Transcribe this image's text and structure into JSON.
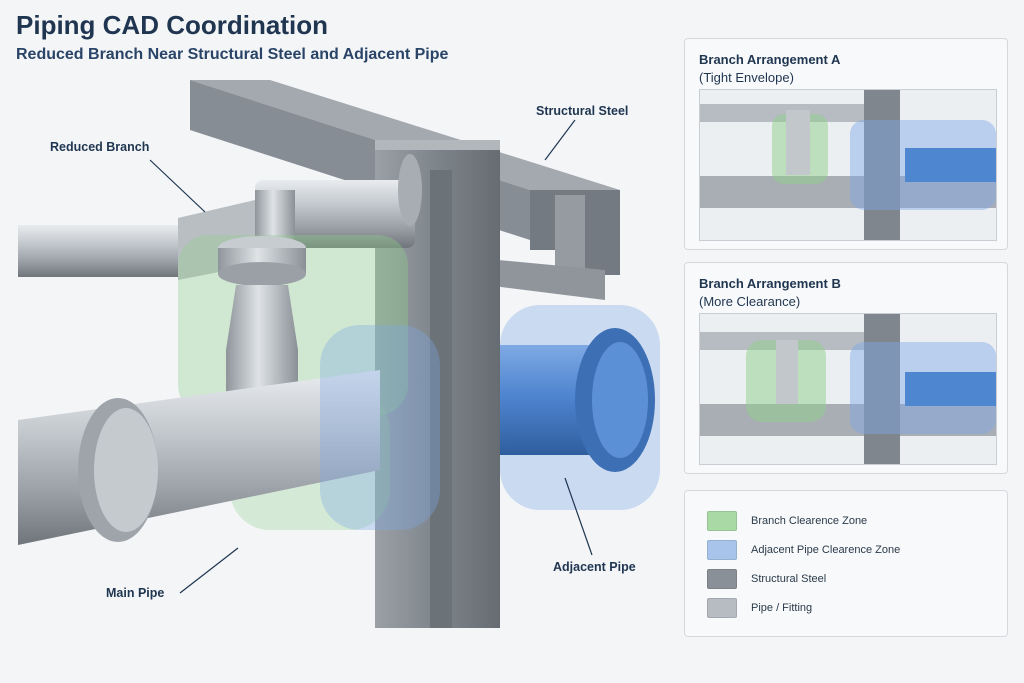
{
  "header": {
    "title": "Piping CAD Coordination",
    "subtitle": "Reduced Branch Near Structural Steel and Adjacent Pipe"
  },
  "callouts": {
    "reduced_branch": "Reduced Branch",
    "structural_steel": "Structural Steel",
    "main_pipe": "Main Pipe",
    "adjacent_pipe": "Adjacent Pipe"
  },
  "panels": {
    "a": {
      "title_line1": "Branch Arrangement A",
      "title_line2": "(Tight Envelope)"
    },
    "b": {
      "title_line1": "Branch Arrangement B",
      "title_line2": "(More Clearance)"
    }
  },
  "legend": [
    {
      "label": "Branch Clearence Zone",
      "color": "#a9d9a4"
    },
    {
      "label": "Adjacent Pipe Clearence Zone",
      "color": "#a8c4ea"
    },
    {
      "label": "Structural Steel",
      "color": "#8a9097"
    },
    {
      "label": "Pipe / Fitting",
      "color": "#b7bcc2"
    }
  ],
  "colors": {
    "title": "#1f3550",
    "branch_zone": "#8fd08a",
    "adjacent_zone": "#7ea9e6",
    "adjacent_pipe": "#4f86d0",
    "steel": "#7f868d",
    "pipe": "#b7bcc2"
  }
}
